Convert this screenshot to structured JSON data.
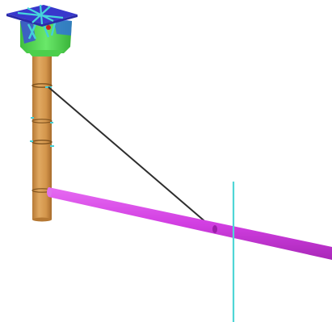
{
  "scene": {
    "background": "#ffffff",
    "colors": {
      "pole_wood": "#d79b52",
      "pole_wood_dark": "#b97a33",
      "pole_band": "#8a5a22",
      "crossarm": "#d846e6",
      "crossarm_dark": "#a826b6",
      "guy_wire": "#333333",
      "reference_line": "#4fd6d6",
      "cap_green": "#5ee05e",
      "cap_blue": "#3a3ad9",
      "cap_cyan": "#44d0d8",
      "cap_top": "#3b3bcf",
      "marker_red": "#c81e1e"
    },
    "objects": [
      {
        "name": "pole",
        "kind": "cylinder"
      },
      {
        "name": "pole-cap",
        "kind": "hardware"
      },
      {
        "name": "guy-wire",
        "kind": "wire"
      },
      {
        "name": "crossarm",
        "kind": "beam"
      },
      {
        "name": "reference-line",
        "kind": "guide"
      }
    ]
  }
}
